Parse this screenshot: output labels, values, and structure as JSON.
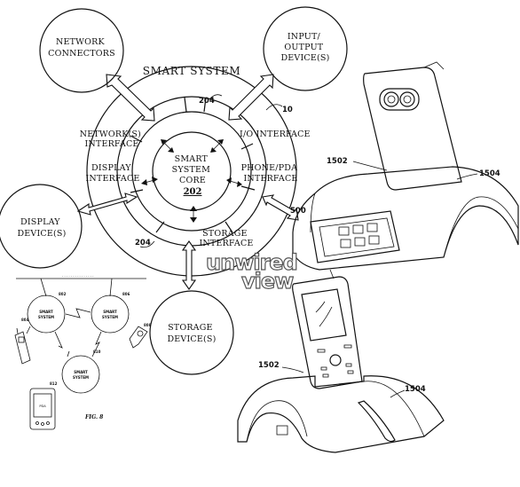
{
  "title": "SMART SYSTEM",
  "core": {
    "line1": "SMART",
    "line2": "SYSTEM",
    "line3": "CORE",
    "ref": "202"
  },
  "refs": {
    "r204a": "204",
    "r204b": "204",
    "r10": "10",
    "r1502a": "1502",
    "r1504a": "1504",
    "r1502b": "1502",
    "r1504b": "1504",
    "r500": "500"
  },
  "interfaces": {
    "network": [
      "NETWORK(S)",
      "INTERFACE"
    ],
    "io": [
      "I/O INTERFACE"
    ],
    "display": [
      "DISPLAY",
      "INTERFACE"
    ],
    "phone": [
      "PHONE/PDA",
      "INTERFACE"
    ],
    "storage": [
      "STORAGE",
      "INTERFACE"
    ]
  },
  "devices": {
    "network": [
      "NETWORK",
      "CONNECTORS"
    ],
    "io": [
      "INPUT/",
      "OUTPUT",
      "DEVICE(S)"
    ],
    "display": [
      "DISPLAY",
      "DEVICE(S)"
    ],
    "storage": [
      "STORAGE",
      "DEVICE(S)"
    ]
  },
  "watermark": {
    "line1": "unwired",
    "line2": "view"
  },
  "fig8": {
    "caption": "FIG. 8",
    "node": [
      "SMART",
      "SYSTEM"
    ],
    "refs": [
      "802",
      "806",
      "810",
      "804",
      "808",
      "812"
    ],
    "pda": "PDA"
  }
}
